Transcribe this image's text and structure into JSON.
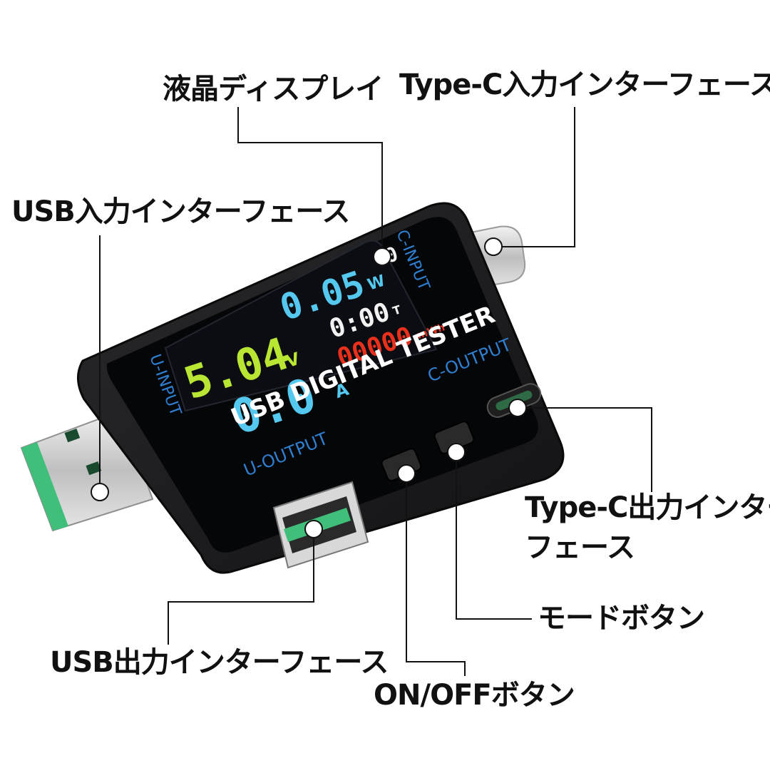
{
  "callouts": {
    "lcd": "液晶ディスプレイ",
    "type_c_input": "Type-C入力インターフェース",
    "usb_input": "USB入力インターフェース",
    "type_c_output_line1": "Type-C出力インター",
    "type_c_output_line2": "フェース",
    "mode_button": "モードボタン",
    "usb_output": "USB出力インターフェース",
    "power_button": "ON/OFFボタン"
  },
  "device": {
    "brand_text": "USB DIGITAL TESTER",
    "port_labels": {
      "c_input": "C-INPUT",
      "u_input": "U-INPUT",
      "c_output": "C-OUTPUT",
      "u_output": "U-OUTPUT"
    },
    "display": {
      "voltage": "5.04",
      "voltage_unit": "V",
      "current": "0.0",
      "current_unit": "A",
      "power": "0.05",
      "power_unit": "W",
      "time": "0:00",
      "time_unit": "T",
      "energy": "00000",
      "energy_unit": "mWh",
      "mode_indicator": "0"
    },
    "colors": {
      "body": "#1c1c1e",
      "screen": "#050608",
      "label_blue": "#2f7fd0",
      "voltage": "#b8e632",
      "power": "#55c8f0",
      "time": "#f2f2f2",
      "energy": "#e8301c",
      "usb_tongue": "#3fbf7a"
    }
  }
}
